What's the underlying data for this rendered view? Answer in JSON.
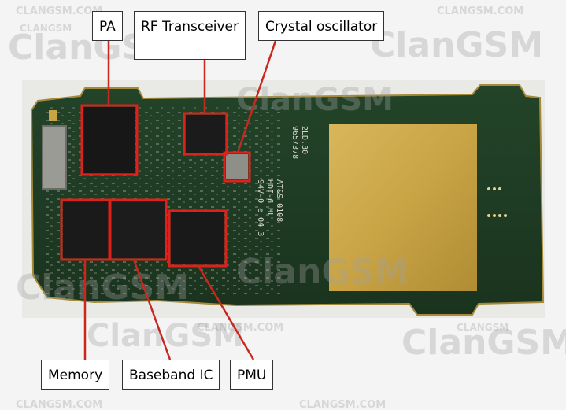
{
  "watermark": {
    "big": "ClanGSM",
    "small": "CLANGSM.COM",
    "tiny": "CLANGSM"
  },
  "board": {
    "silkscreen_1": "9657378",
    "silkscreen_2": "2LD.30",
    "silkscreen_3": "AT&S 0108",
    "silkscreen_4": "HDI-6  HL",
    "silkscreen_5": "94V-0  e 04 3"
  },
  "callouts": {
    "pa": "PA",
    "rf_transceiver": "RF Transceiver",
    "crystal_oscillator": "Crystal oscillator",
    "memory": "Memory",
    "baseband_ic": "Baseband IC",
    "pmu": "PMU"
  },
  "colors": {
    "pcb": "#1e3a22",
    "gold": "#c9a445",
    "highlight": "#e0201b",
    "leader_line": "#c8281e"
  }
}
